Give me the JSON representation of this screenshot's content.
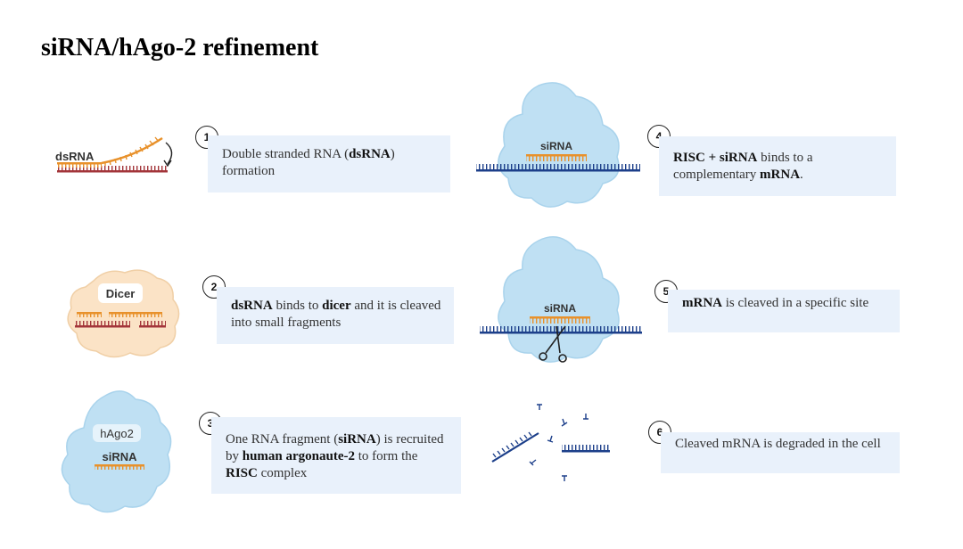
{
  "title": "siRNA/hAgo-2 refinement",
  "labels": {
    "dsrna": "dsRNA",
    "dicer": "Dicer",
    "hago2": "hAgo2",
    "sirna": "siRNA"
  },
  "steps": [
    {
      "num": "1",
      "parts": [
        {
          "t": "Double stranded RNA ("
        },
        {
          "t": "dsRNA",
          "b": true
        },
        {
          "t": ") formation"
        }
      ]
    },
    {
      "num": "2",
      "parts": [
        {
          "t": "dsRNA",
          "b": true
        },
        {
          "t": " binds to "
        },
        {
          "t": "dicer",
          "b": true
        },
        {
          "t": " and it is cleaved into small fragments"
        }
      ]
    },
    {
      "num": "3",
      "parts": [
        {
          "t": "One RNA fragment ("
        },
        {
          "t": "siRNA",
          "b": true
        },
        {
          "t": ") is recruited by "
        },
        {
          "t": "human argonaute-2",
          "b": true
        },
        {
          "t": " to form the "
        },
        {
          "t": "RISC",
          "b": true
        },
        {
          "t": " complex"
        }
      ]
    },
    {
      "num": "4",
      "parts": [
        {
          "t": "RISC + siRNA",
          "b": true
        },
        {
          "t": " binds to a complementary "
        },
        {
          "t": "mRNA",
          "b": true
        },
        {
          "t": "."
        }
      ]
    },
    {
      "num": "5",
      "parts": [
        {
          "t": "mRNA",
          "b": true
        },
        {
          "t": " is cleaved in a specific site"
        }
      ]
    },
    {
      "num": "6",
      "parts": [
        {
          "t": "Cleaved mRNA is degraded in the cell"
        }
      ]
    }
  ],
  "colors": {
    "box_bg": "#e9f1fb",
    "protein_blue": "#bfe0f3",
    "protein_dicer": "#fbe3c6",
    "sirna_orange": "#e8912b",
    "dsrna_red": "#a3353a",
    "mrna_blue": "#1c3f8a"
  },
  "icons": [
    "scissors-icon",
    "curved-arrow-icon"
  ]
}
